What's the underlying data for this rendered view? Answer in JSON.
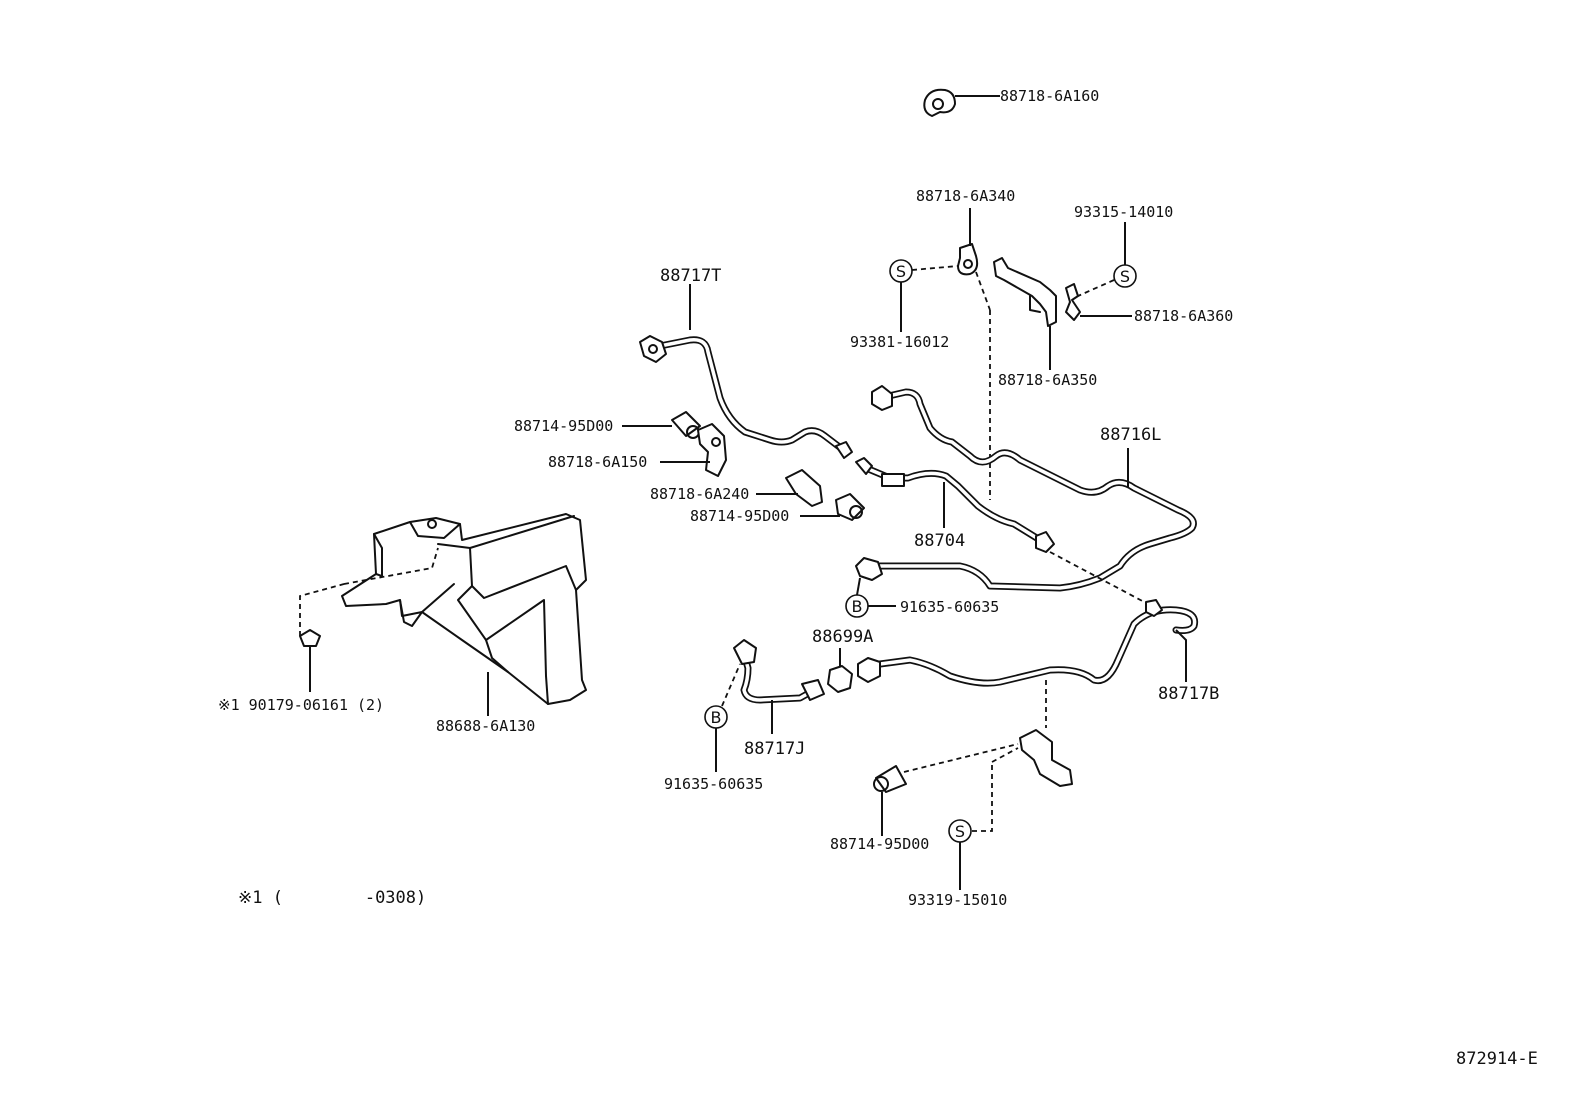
{
  "parts": {
    "p_887186A160": "88718-6A160",
    "p_887186A340": "88718-6A340",
    "p_9331514010": "93315-14010",
    "p_887186A360": "88718-6A360",
    "p_9338116012": "93381-16012",
    "p_887186A350": "88718-6A350",
    "p_88717T": "88717T",
    "p_8871495D00_a": "88714-95D00",
    "p_887186A150": "88718-6A150",
    "p_887186A240": "88718-6A240",
    "p_8871495D00_b": "88714-95D00",
    "p_88716L": "88716L",
    "p_88704": "88704",
    "p_9163560635_a": "91635-60635",
    "p_88699A": "88699A",
    "p_88717B": "88717B",
    "p_88717J": "88717J",
    "p_9163560635_b": "91635-60635",
    "p_8871495D00_c": "88714-95D00",
    "p_9331915010": "93319-15010",
    "p_886886A130": "88688-6A130",
    "p_9017906161": "※1  90179-06161 (2)"
  },
  "footnote": "※1 (        -0308)",
  "diagram_id": "872914-E",
  "symbols": {
    "s": "S",
    "b": "B"
  }
}
